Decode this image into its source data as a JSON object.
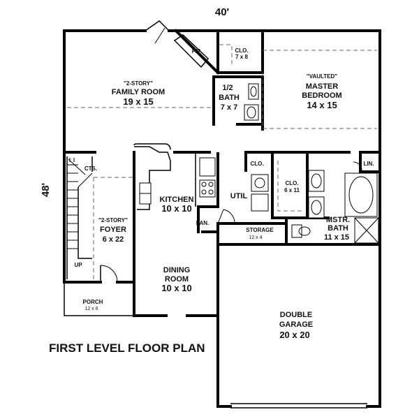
{
  "plan": {
    "title": "FIRST LEVEL FLOOR PLAN",
    "width_dim": "40'",
    "depth_dim": "48'",
    "rooms": {
      "family": {
        "l1": "\"2-STORY\"",
        "l2": "FAMILY ROOM",
        "l3": "19 x 15"
      },
      "fp": {
        "l1": "F/P"
      },
      "clo_top": {
        "l1": "CLO.",
        "l2": "7 x 8"
      },
      "half_bath": {
        "l1": "1/2",
        "l2": "BATH",
        "l3": "7 x 7"
      },
      "master": {
        "l1": "\"VAULTED\"",
        "l2": "MASTER",
        "l3": "BEDROOM",
        "l4": "14 x 15"
      },
      "cts": {
        "l1": "CTS."
      },
      "kitchen": {
        "l1": "KITCHEN",
        "l2": "10 x 10"
      },
      "clo_small": {
        "l1": "CLO."
      },
      "util": {
        "l1": "UTIL"
      },
      "clo_master": {
        "l1": "CLO.",
        "l2": "6 x 11"
      },
      "lin": {
        "l1": "LIN."
      },
      "foyer": {
        "l1": "\"2-STORY\"",
        "l2": "FOYER",
        "l3": "6 x 22"
      },
      "pan": {
        "l1": "PAN."
      },
      "storage": {
        "l1": "STORAGE",
        "l2": "12 x 4"
      },
      "mstr_bath": {
        "l1": "MSTR.",
        "l2": "BATH",
        "l3": "11 x 15"
      },
      "up": {
        "l1": "UP"
      },
      "dining": {
        "l1": "DINING",
        "l2": "ROOM",
        "l3": "10 x 10"
      },
      "porch": {
        "l1": "PORCH",
        "l2": "12 x 6"
      },
      "garage": {
        "l1": "DOUBLE",
        "l2": "GARAGE",
        "l3": "20 x 20"
      }
    }
  }
}
